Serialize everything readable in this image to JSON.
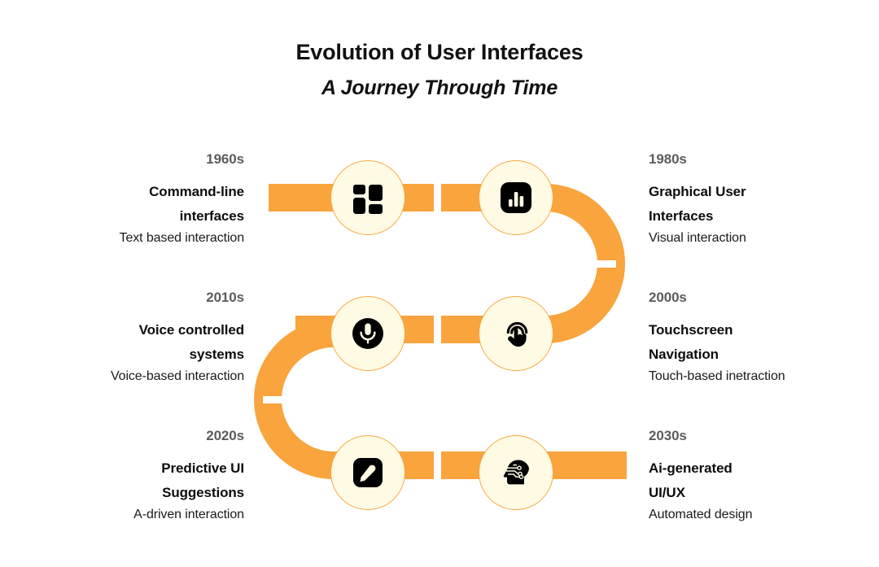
{
  "header": {
    "title": "Evolution of User Interfaces",
    "subtitle": "A Journey Through Time"
  },
  "colors": {
    "path": "#F9A43D",
    "node_fill": "#FEFAE4",
    "node_border": "#F5A83F",
    "icon": "#000000",
    "background": "#FFFFFF",
    "decade_text": "#5C5C5C",
    "title_text": "#0D0D0D"
  },
  "timeline": [
    {
      "decade": "1960s",
      "title": "Command-line interfaces",
      "title_line1": "Command-line",
      "title_line2": "interfaces",
      "description": "Text based interaction",
      "icon": "dashboard-grid-icon",
      "side": "left"
    },
    {
      "decade": "1980s",
      "title": "Graphical User Interfaces",
      "title_line1": "Graphical User",
      "title_line2": "Interfaces",
      "description": "Visual interaction",
      "icon": "bar-chart-icon",
      "side": "right"
    },
    {
      "decade": "2010s",
      "title": "Voice controlled systems",
      "title_line1": "Voice controlled",
      "title_line2": "systems",
      "description": "Voice-based interaction",
      "icon": "microphone-icon",
      "side": "left"
    },
    {
      "decade": "2000s",
      "title": "Touchscreen Navigation",
      "title_line1": "Touchscreen",
      "title_line2": "Navigation",
      "description": "Touch-based inetraction",
      "icon": "touch-tap-icon",
      "side": "right"
    },
    {
      "decade": "2020s",
      "title": "Predictive UI Suggestions",
      "title_line1": "Predictive UI",
      "title_line2": "Suggestions",
      "description": "A-driven interaction",
      "icon": "pencil-edit-icon",
      "side": "left"
    },
    {
      "decade": "2030s",
      "title": "Ai-generated UI/UX",
      "title_line1": "Ai-generated",
      "title_line2": "UI/UX",
      "description": "Automated design",
      "icon": "ai-head-circuit-icon",
      "side": "right"
    }
  ]
}
